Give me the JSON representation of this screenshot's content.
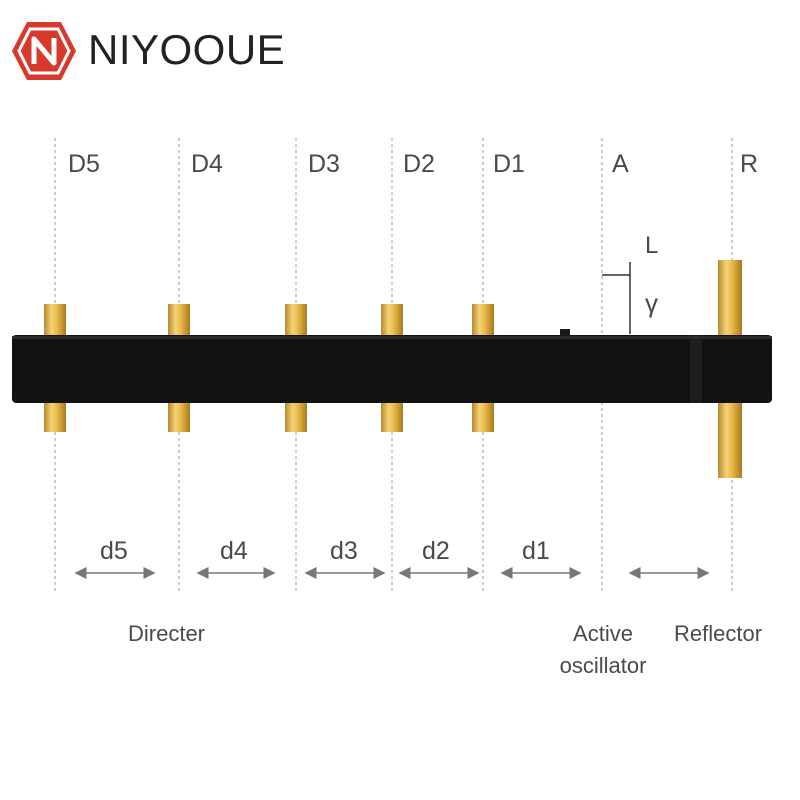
{
  "brand": {
    "name": "NIYOOUE",
    "logo_icon": "hexagon-n-logo-icon",
    "accent": "#d8392d"
  },
  "columns": [
    "D5",
    "D4",
    "D3",
    "D2",
    "D1",
    "A",
    "R"
  ],
  "dimensions": [
    "d5",
    "d4",
    "d3",
    "d2",
    "d1"
  ],
  "element_marks": {
    "length": "L",
    "gamma": "γ"
  },
  "captions": {
    "director": "Directer",
    "active": "Active\noscillator",
    "reflector": "Reflector"
  },
  "colors": {
    "boom": "#111111",
    "rod": "#e0b84a",
    "guide": "#9a9a9a",
    "text": "#4a4a4a"
  }
}
